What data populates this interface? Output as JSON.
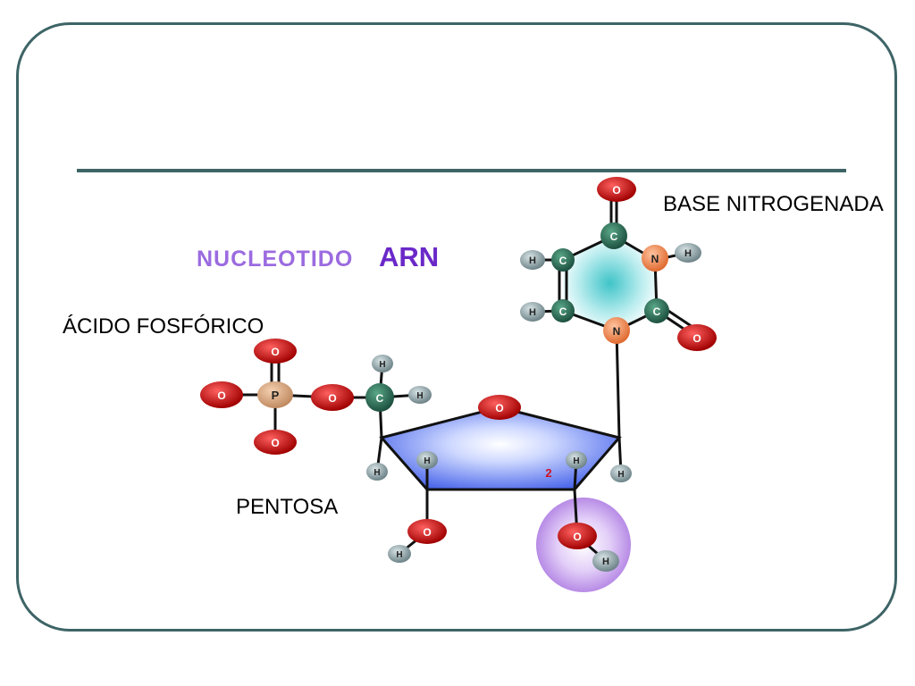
{
  "labels": {
    "base": "BASE NITROGENADA",
    "acid": "ÁCIDO FOSFÓRICO",
    "pentose": "PENTOSA"
  },
  "title": {
    "prefix": "NUCLEOTIDO",
    "suffix": "ARN"
  },
  "atoms": {
    "oxygen": "O",
    "carbon": "C",
    "hydrogen": "H",
    "nitrogen": "N",
    "phosphorus": "P"
  },
  "ring_position": "2",
  "colors": {
    "frame": "#3e6466",
    "oxygen": "#c40000",
    "carbon": "#2e6e58",
    "hydrogen": "#8fa3a8",
    "nitrogen": "#f08a5a",
    "phosphorus": "#d9a27a",
    "pentose_fill": "#5a78ee",
    "highlight": "#b98de8"
  }
}
